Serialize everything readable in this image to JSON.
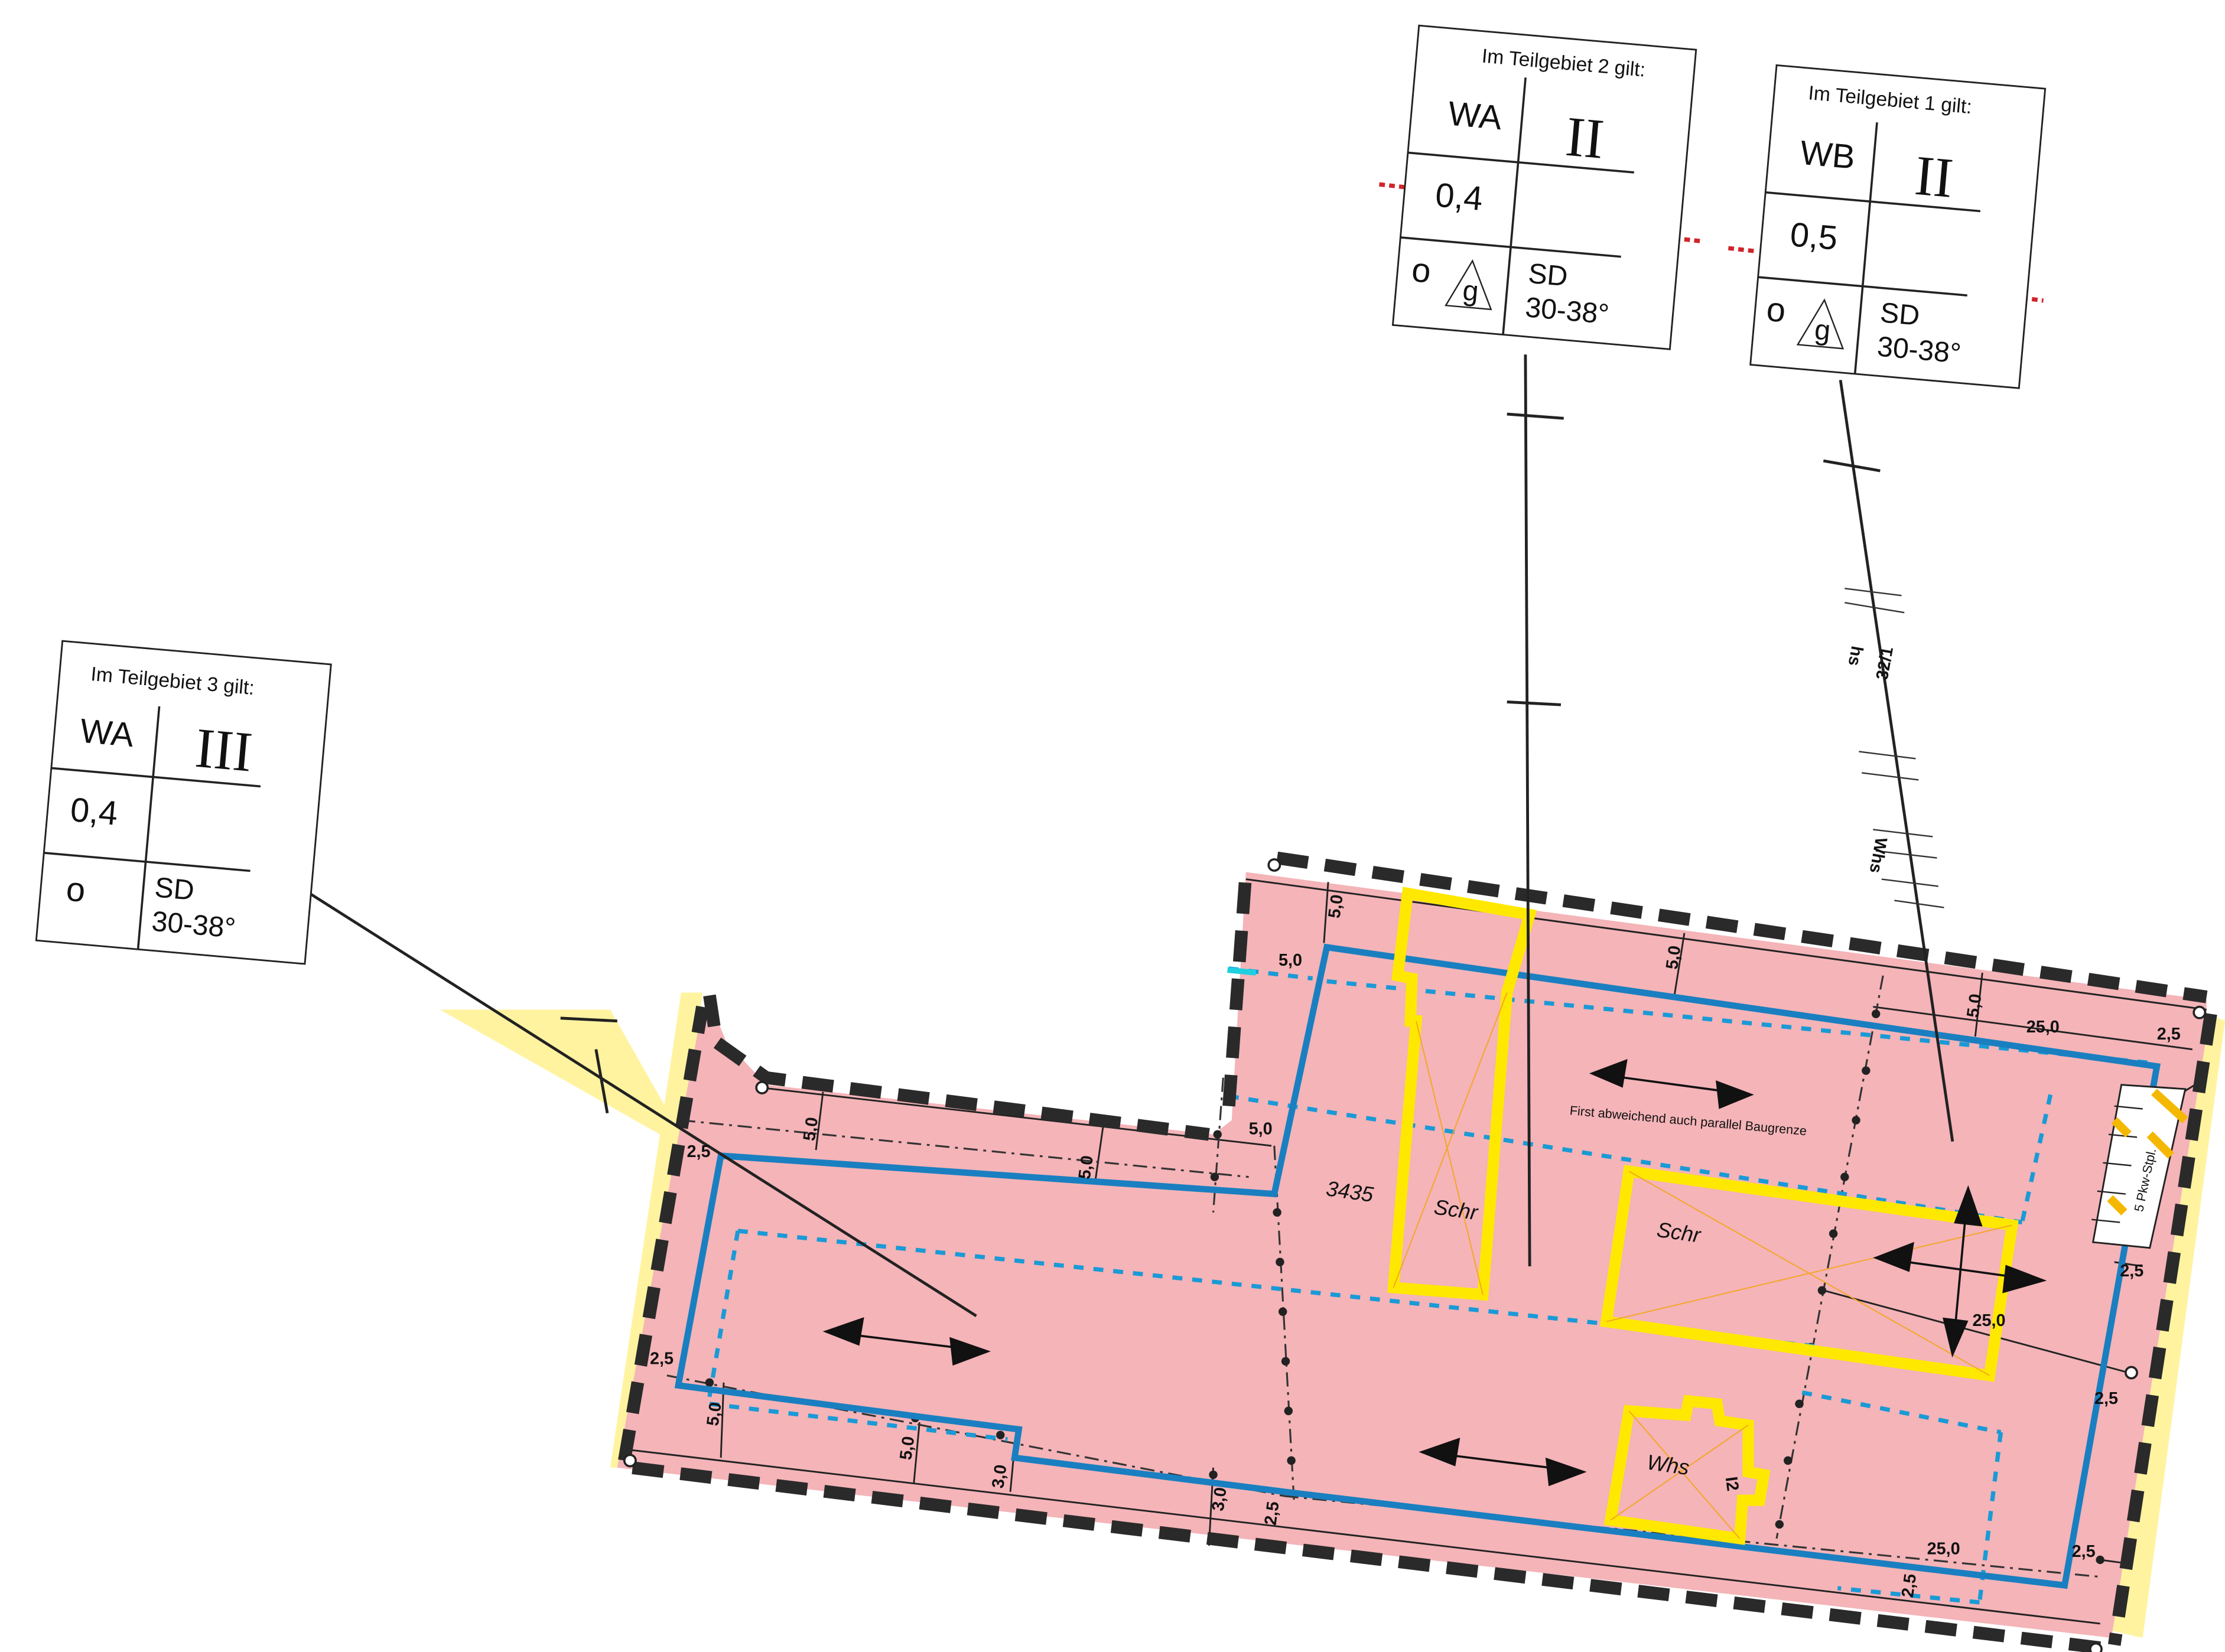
{
  "nutzungsschablonen": [
    {
      "title": "Im Teilgebiet 2 gilt:",
      "art": "WA",
      "vollgeschosse": "II",
      "grz": "0,4",
      "bauweise": "o",
      "bauweise_zusatz": "g",
      "dach": "SD",
      "dachneigung": "30-38°"
    },
    {
      "title": "Im Teilgebiet 1 gilt:",
      "art": "WB",
      "vollgeschosse": "II",
      "grz": "0,5",
      "bauweise": "o",
      "bauweise_zusatz": "g",
      "dach": "SD",
      "dachneigung": "30-38°"
    },
    {
      "title": "Im Teilgebiet 3 gilt:",
      "art": "WA",
      "vollgeschosse": "III",
      "grz": "0,4",
      "bauweise": "o",
      "bauweise_zusatz": "",
      "dach": "SD",
      "dachneigung": "30-38°"
    }
  ],
  "labels": {
    "flurstueck": "3435",
    "schuppen_1": "Schr",
    "schuppen_2": "Schr",
    "wohnhaus": "Whs",
    "wohnhaus_geschosse": "I2",
    "first_hinweis": "First abweichend auch parallel Baugrenze",
    "stellplaetze": "5 Pkw-Stpl.",
    "nachbar_1": "32/1",
    "nachbar_2": "hs",
    "nachbar_3": "Whs"
  },
  "dimensions": {
    "d1": "5,0",
    "d2": "5,0",
    "d3": "5,0",
    "d4": "5,0",
    "d5": "5,0",
    "d6": "5,0",
    "d7": "5,0",
    "d8": "5,0",
    "d9": "5,0",
    "d10": "2,5",
    "d11": "2,5",
    "d12": "2,5",
    "d13": "2,5",
    "d14": "2,5",
    "d15": "2,5",
    "d16": "2,5",
    "d17": "2,5",
    "d18": "3,0",
    "d19": "3,0",
    "d20": "25,0",
    "d21": "25,0",
    "d22": "25,0"
  },
  "colors": {
    "bauflaeche": "#f4b4b8",
    "baugrenze": "#1a7fc0",
    "baugrenze_dotted": "#1a9ad6",
    "bestand": "#ffe800",
    "geltungsbereich": "#2a2a2a",
    "highlight": "#fff3a0",
    "strasse": "#d0232a"
  }
}
